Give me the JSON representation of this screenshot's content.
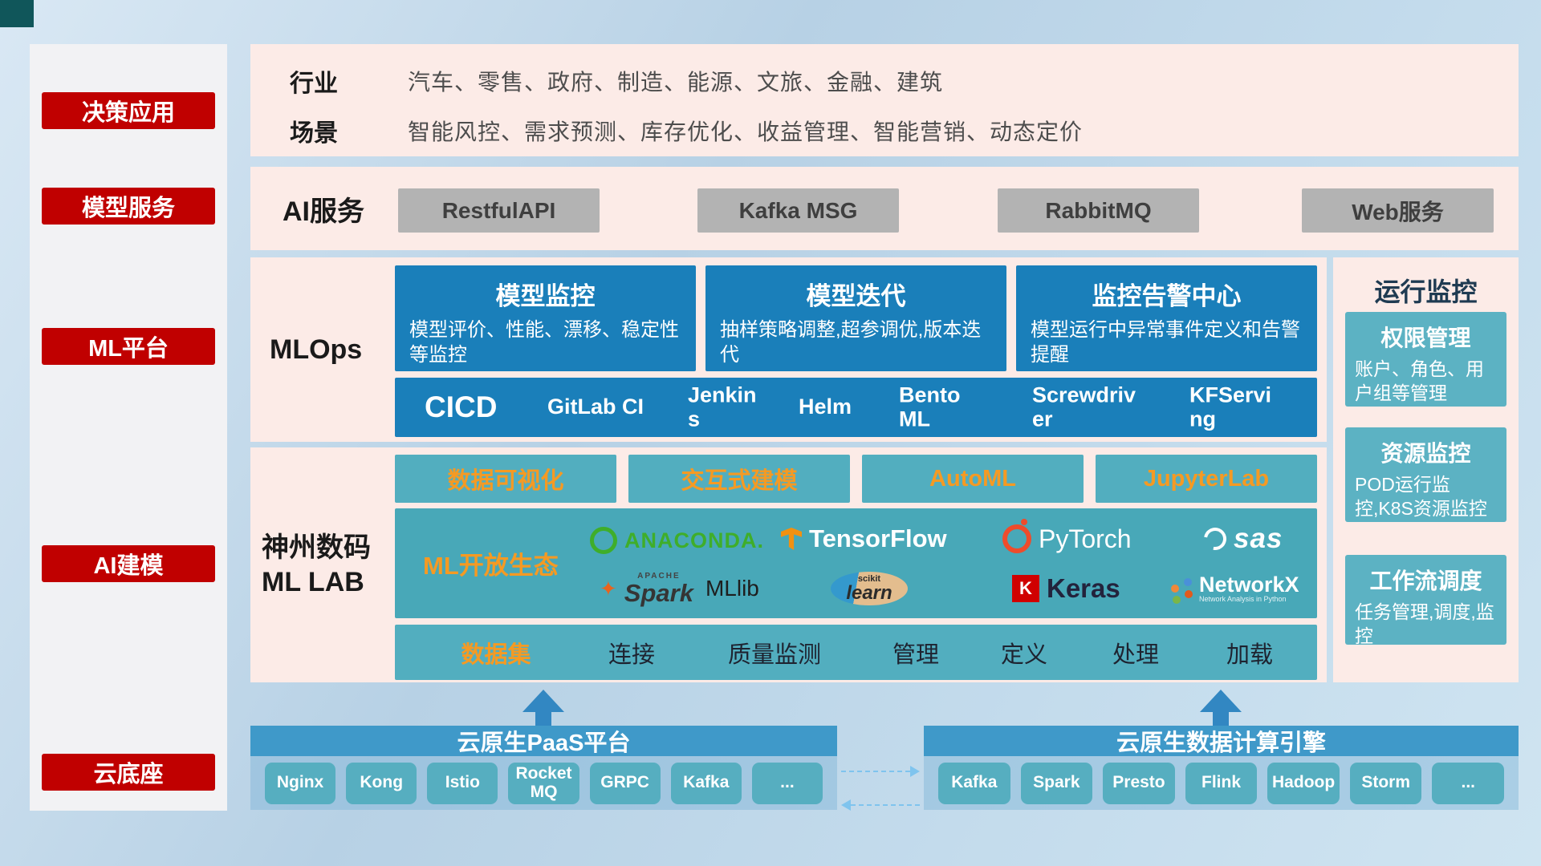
{
  "sidebar": {
    "items": [
      {
        "label": "决策应用"
      },
      {
        "label": "模型服务"
      },
      {
        "label": "ML平台"
      },
      {
        "label": "AI建模"
      },
      {
        "label": "云底座"
      }
    ]
  },
  "industry_row": {
    "industry_label": "行业",
    "industries": "汽车、零售、政府、制造、能源、文旅、金融、建筑",
    "scene_label": "场景",
    "scenes": "智能风控、需求预测、库存优化、收益管理、智能营销、动态定价"
  },
  "ai_service_row": {
    "label": "AI服务",
    "services": [
      "RestfulAPI",
      "Kafka MSG",
      "RabbitMQ",
      "Web服务"
    ]
  },
  "mlops": {
    "label": "MLOps",
    "cards": [
      {
        "title": "模型监控",
        "desc": "模型评价、性能、漂移、稳定性等监控"
      },
      {
        "title": "模型迭代",
        "desc": "抽样策略调整,超参调优,版本迭代"
      },
      {
        "title": "监控告警中心",
        "desc": "模型运行中异常事件定义和告警提醒"
      }
    ],
    "cicd_label": "CICD",
    "tools": [
      "GitLab CI",
      "Jenkins",
      "Helm",
      "BentoML",
      "Screwdriver",
      "KFServing"
    ]
  },
  "mllab": {
    "title_line1": "神州数码",
    "title_line2": "ML LAB",
    "tools": [
      "数据可视化",
      "交互式建模",
      "AutoML",
      "JupyterLab"
    ],
    "eco_label": "ML开放生态",
    "logos": {
      "anaconda": "ANACONDA.",
      "tensorflow": "TensorFlow",
      "pytorch": "PyTorch",
      "sas": "sas",
      "apache": "APACHE",
      "spark": "Spark",
      "mllib": "MLlib",
      "scikit": "scikit",
      "learn": "learn",
      "keras_k": "K",
      "keras": "Keras",
      "networkx": "NetworkX",
      "networkx_sub": "Network Analysis in Python"
    },
    "dataset_label": "数据集",
    "dataset_items": [
      "连接",
      "质量监测",
      "管理",
      "定义",
      "处理",
      "加载"
    ]
  },
  "monitor": {
    "title": "运行监控",
    "cards": [
      {
        "title": "权限管理",
        "desc": "账户、角色、用户组等管理"
      },
      {
        "title": "资源监控",
        "desc": "POD运行监控,K8S资源监控"
      },
      {
        "title": "工作流调度",
        "desc": "任务管理,调度,监控"
      }
    ]
  },
  "bottom": {
    "paas": {
      "title": "云原生PaaS平台",
      "items": [
        "Nginx",
        "Kong",
        "Istio",
        "RocketMQ",
        "GRPC",
        "Kafka",
        "..."
      ]
    },
    "engine": {
      "title": "云原生数据计算引擎",
      "items": [
        "Kafka",
        "Spark",
        "Presto",
        "Flink",
        "Hadoop",
        "Storm",
        "..."
      ]
    }
  },
  "colors": {
    "red": "#c00000",
    "blue": "#1a7fba",
    "teal": "#52aebf",
    "orange": "#f59a23",
    "pink": "#fcebe7",
    "bar_blue": "#3f99c9"
  }
}
